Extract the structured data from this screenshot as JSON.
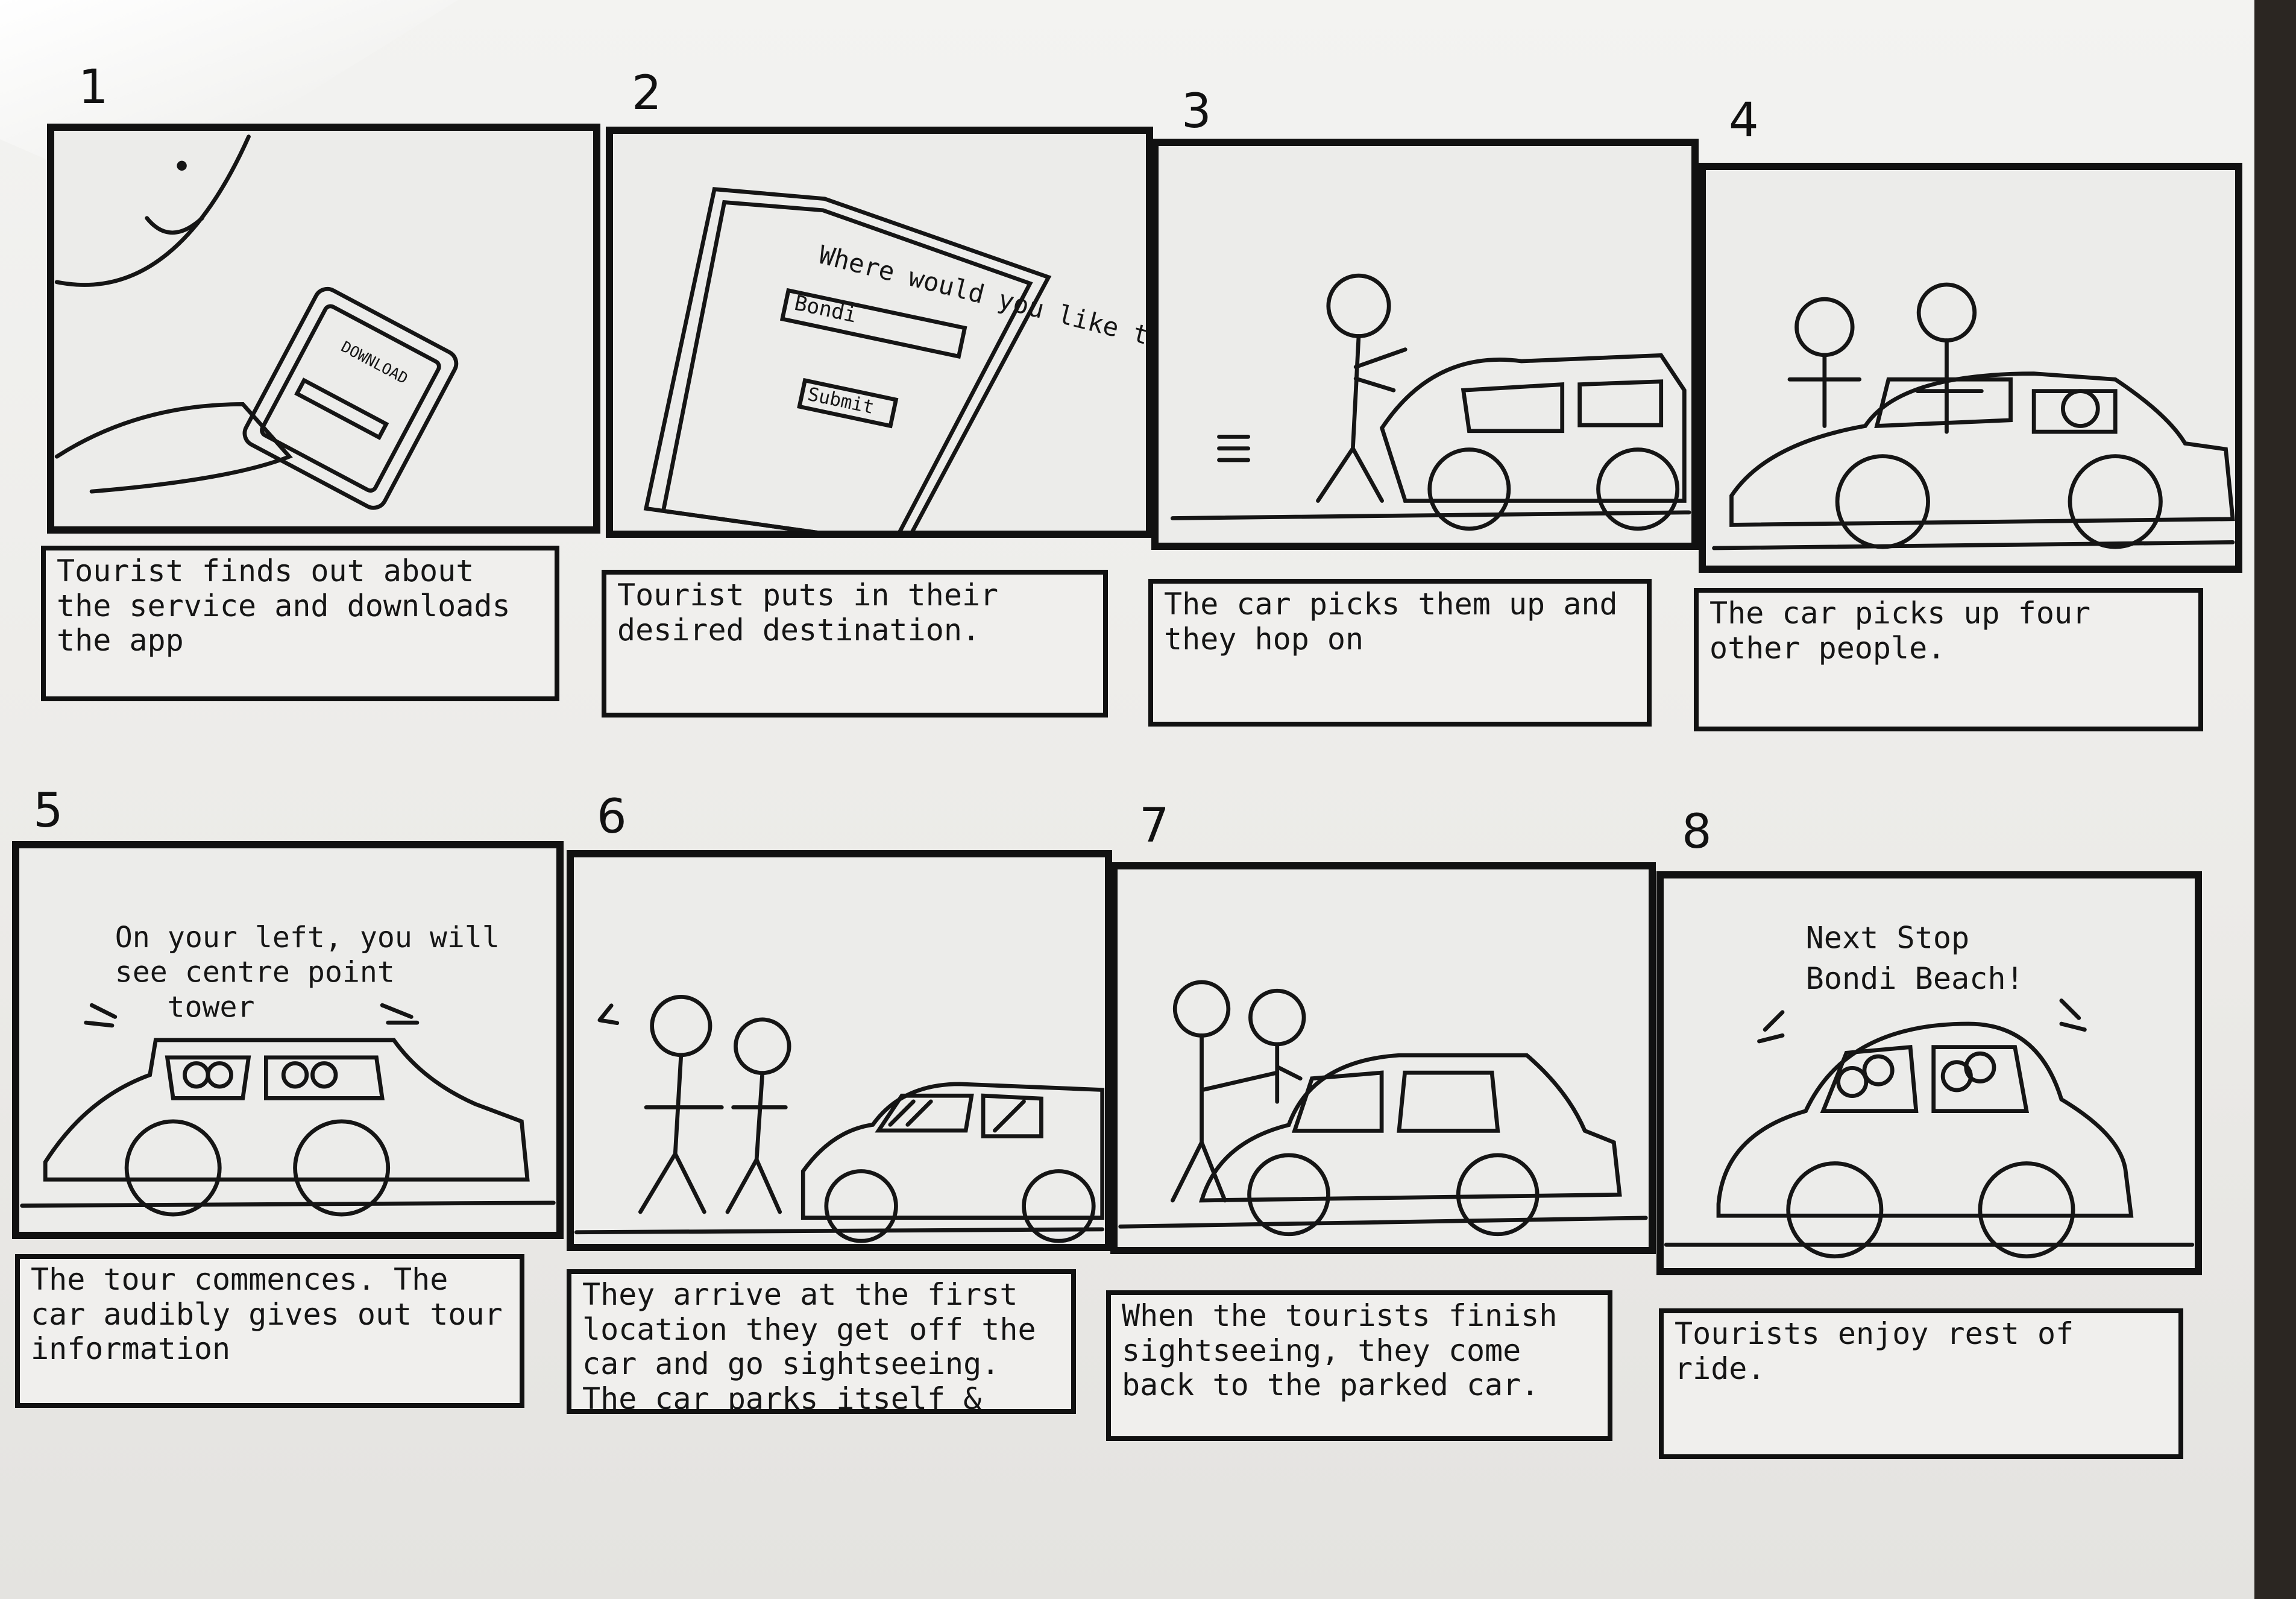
{
  "panels": [
    {
      "number": "1",
      "caption": "Tourist finds out about the service and downloads the app",
      "screen_label": "DOWNLOAD"
    },
    {
      "number": "2",
      "caption": "Tourist puts in their desired destination.",
      "prompt": "Where would you like to go?",
      "input_value": "Bondi",
      "submit_label": "Submit"
    },
    {
      "number": "3",
      "caption": "The car picks them up and they hop on"
    },
    {
      "number": "4",
      "caption": "The car picks up four other people."
    },
    {
      "number": "5",
      "caption": "The tour commences. The car audibly gives out tour information",
      "speech_line1": "On your left, you will",
      "speech_line2": "see centre point",
      "speech_line3": "tower"
    },
    {
      "number": "6",
      "caption": "They arrive at the first location they get off the car and go sightseeing. The car parks itself & waits for them"
    },
    {
      "number": "7",
      "caption": "When the tourists finish sightseeing, they come back to the parked car."
    },
    {
      "number": "8",
      "caption": "Tourists enjoy rest of ride.",
      "speech_line1": "Next Stop",
      "speech_line2": "Bondi Beach!"
    }
  ]
}
